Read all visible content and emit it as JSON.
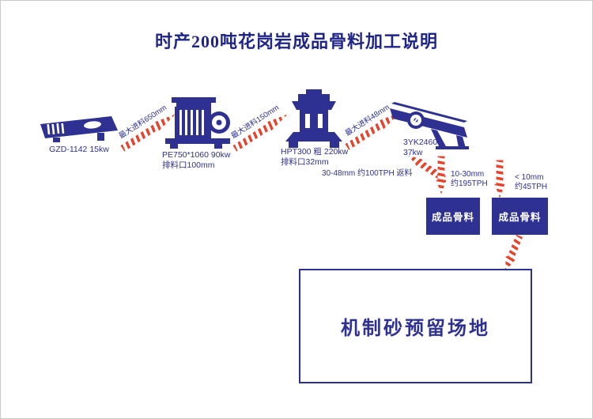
{
  "title": "时产200吨花岗岩成品骨料加工说明",
  "machines": {
    "feeder": {
      "name": "GZD-1142 15kw"
    },
    "jaw": {
      "line1": "PE750*1060 90kw",
      "line2": "排料口100mm"
    },
    "cone": {
      "line1": "HPT300 粗 220kw",
      "line2": "排料口32mm"
    },
    "screen": {
      "line1": "3YK2460",
      "line2": "37kw"
    }
  },
  "arrows": {
    "feed1": "最大进料650mm",
    "feed2": "最大进料150mm",
    "feed3": "最大进料48mm",
    "return_label": "30-48mm 约100TPH 返料",
    "mid_line1": "10-30mm",
    "mid_line2": "约195TPH",
    "fine_line1": "< 10mm",
    "fine_line2": "约45TPH"
  },
  "products": {
    "box1": "成品骨料",
    "box2": "成品骨料"
  },
  "reserved_area": "机制砂预留场地",
  "colors": {
    "navy": "#2e3192",
    "red": "#e8432d",
    "border": "#c9c9c9"
  }
}
